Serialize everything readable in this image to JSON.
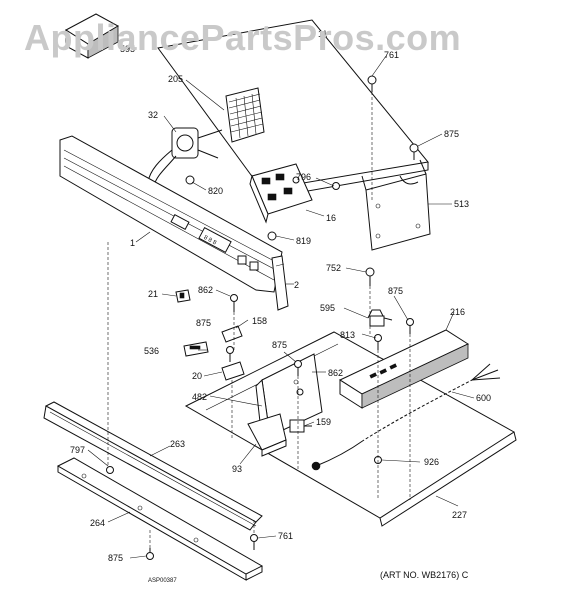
{
  "watermark": "AppliancePartsPros.com",
  "art_code": "ASP00387",
  "art_number": "(ART NO. WB2176) C",
  "labels": {
    "p11": "11",
    "p595_top": "595",
    "p761_top": "761",
    "p205": "205",
    "p32": "32",
    "p875_a": "875",
    "p820": "820",
    "p796": "796",
    "p16": "16",
    "p513": "513",
    "p1": "1",
    "p819": "819",
    "p752": "752",
    "p2": "2",
    "p21": "21",
    "p862_a": "862",
    "p875_b": "875",
    "p158": "158",
    "p595_mid": "595",
    "p216": "216",
    "p813": "813",
    "p536": "536",
    "p875_c": "875",
    "p862_b": "862",
    "p20": "20",
    "p482": "482",
    "p600": "600",
    "p159": "159",
    "p797": "797",
    "p263": "263",
    "p93": "93",
    "p926": "926",
    "p227": "227",
    "p264": "264",
    "p761_bot": "761",
    "p875_d": "875"
  }
}
